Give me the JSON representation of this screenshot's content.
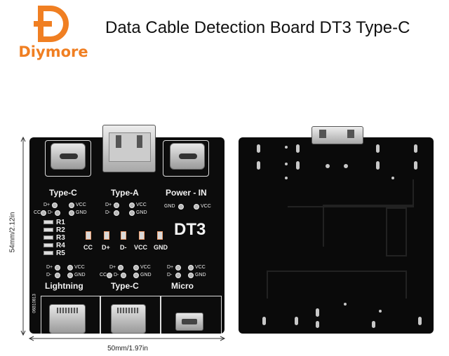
{
  "brand": {
    "name": "Diymore",
    "color": "#f07f22"
  },
  "title": "Data Cable Detection Board DT3 Type-C",
  "dimensions": {
    "height": "54mm/2.12in",
    "width": "50mm/1.97in"
  },
  "front": {
    "port_labels": {
      "type_c": "Type-C",
      "type_a": "Type-A",
      "power_in": "Power - IN",
      "lightning": "Lightning",
      "type_c_bottom": "Type-C",
      "micro": "Micro"
    },
    "model": "DT3",
    "pins": {
      "dplus": "D+",
      "dminus": "D-",
      "vcc": "VCC",
      "gnd": "GND",
      "cc": "CC"
    },
    "resistors": [
      "R1",
      "R2",
      "R3",
      "R4",
      "R5"
    ],
    "leds": [
      "CC",
      "D+",
      "D-",
      "VCC",
      "GND"
    ],
    "serial": "06B10813"
  }
}
